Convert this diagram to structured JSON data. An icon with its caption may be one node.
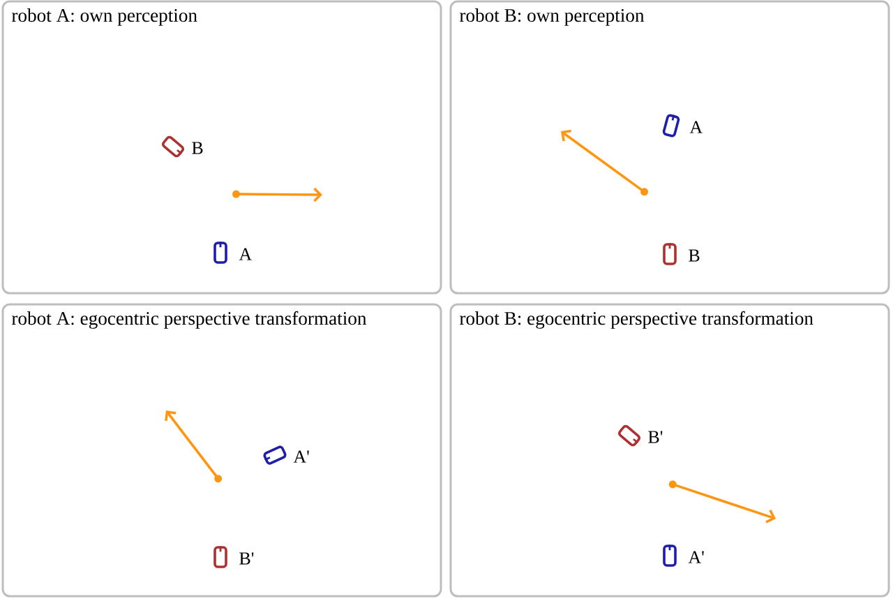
{
  "diagram": {
    "nodes": [
      {
        "text": [
          "robot A: own perception"
        ]
      },
      {
        "text": [],
        "shape": "box",
        "beside": [
          "B"
        ],
        "in": 0
      },
      {
        "text": [],
        "shape": "box",
        "beside": [
          "A"
        ],
        "in": 0
      },
      {
        "text": [
          "robot B: own perception"
        ]
      },
      {
        "text": [],
        "shape": "box",
        "beside": [
          "A"
        ],
        "in": 3
      },
      {
        "text": [],
        "shape": "box",
        "beside": [
          "B"
        ],
        "in": 3
      },
      {
        "text": [
          "robot A: egocentric perspective transformation"
        ]
      },
      {
        "text": [],
        "shape": "box",
        "beside": [
          "A'"
        ],
        "in": 6
      },
      {
        "text": [],
        "shape": "box",
        "beside": [
          "B'"
        ],
        "in": 6
      },
      {
        "text": [
          "robot B: egocentric perspective transformation"
        ]
      },
      {
        "text": [],
        "shape": "box",
        "beside": [
          "B'"
        ],
        "in": 9
      },
      {
        "text": [],
        "shape": "box",
        "beside": [
          "A'"
        ],
        "in": 9
      }
    ]
  }
}
